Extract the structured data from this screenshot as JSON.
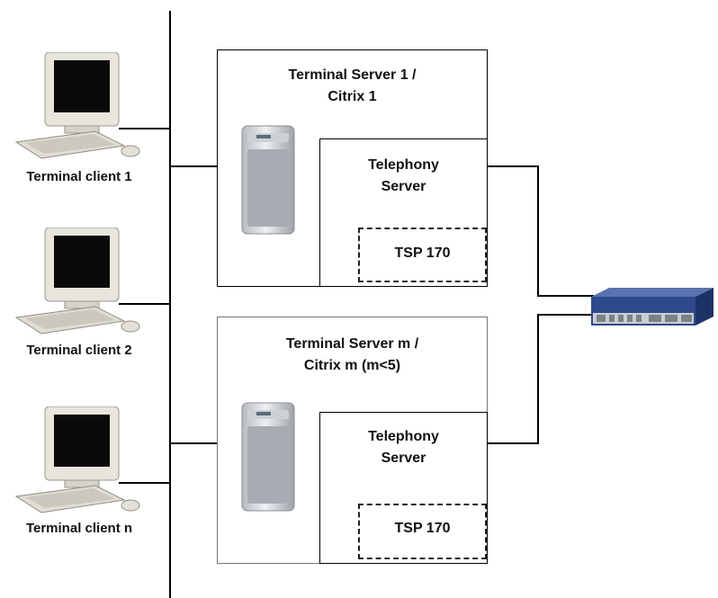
{
  "clients": [
    {
      "label": "Terminal client 1"
    },
    {
      "label": "Terminal client 2"
    },
    {
      "label": "Terminal client n"
    }
  ],
  "servers": [
    {
      "title_line1": "Terminal Server 1 /",
      "title_line2": "Citrix 1",
      "telephony_line1": "Telephony",
      "telephony_line2": "Server",
      "tsp": "TSP 170"
    },
    {
      "title_line1": "Terminal Server m /",
      "title_line2": "Citrix m (m<5)",
      "telephony_line1": "Telephony",
      "telephony_line2": "Server",
      "tsp": "TSP 170"
    }
  ],
  "colors": {
    "line": "#000000",
    "switch_body": "#2f4a8a",
    "monitor_beige": "#e8e5dc",
    "screen": "#0a0a0a"
  },
  "icons": {
    "client": "desktop-computer-icon",
    "server": "tower-server-icon",
    "switch": "rack-switch-icon"
  }
}
